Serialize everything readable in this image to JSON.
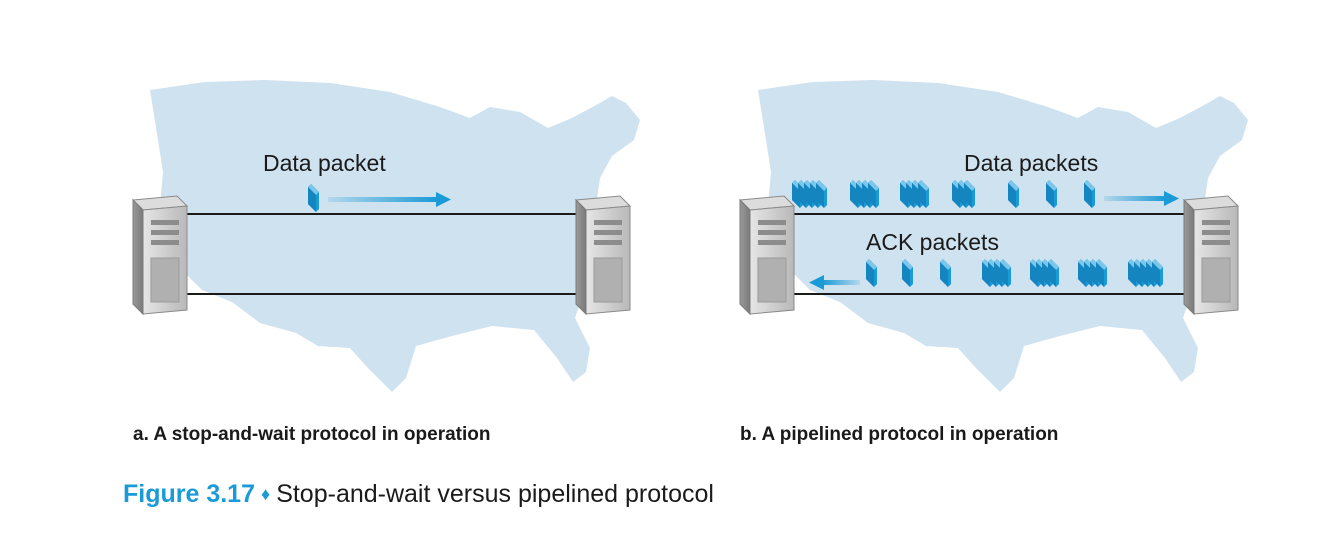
{
  "panels": [
    {
      "id": "a",
      "data_label": "Data packet",
      "caption": "a. A stop-and-wait protocol in operation"
    },
    {
      "id": "b",
      "data_label": "Data packets",
      "ack_label": "ACK packets",
      "caption": "b. A pipelined protocol in operation"
    }
  ],
  "figure": {
    "number": "Figure 3.17",
    "diamond": "♦",
    "title": "Stop-and-wait versus pipelined protocol"
  },
  "colors": {
    "map": "#cfe2ef",
    "packet": "#1a9ad6",
    "accent": "#1a9ad6",
    "server": "#c8c8c8"
  },
  "icons": [
    "server-icon",
    "packet-icon",
    "arrow-right-icon",
    "arrow-left-icon",
    "us-map-shape"
  ]
}
